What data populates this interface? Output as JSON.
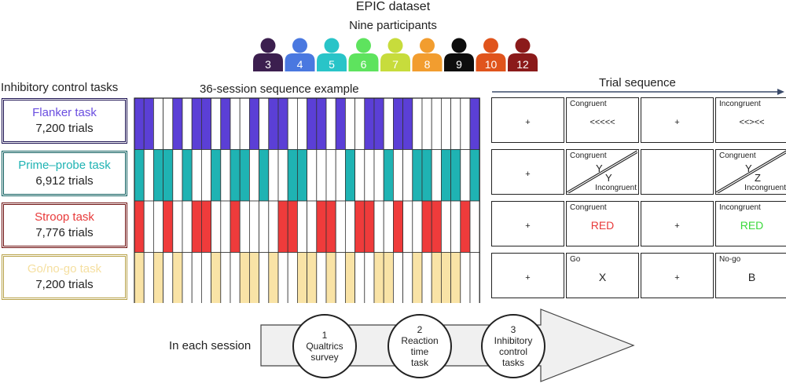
{
  "title": "EPIC dataset",
  "subtitle": "Nine participants",
  "participants": [
    {
      "id": "3",
      "color": "#3c1f4f"
    },
    {
      "id": "4",
      "color": "#4a78e0"
    },
    {
      "id": "5",
      "color": "#29c4c8"
    },
    {
      "id": "6",
      "color": "#5ee35e"
    },
    {
      "id": "7",
      "color": "#c7dc3c"
    },
    {
      "id": "8",
      "color": "#f29d2f"
    },
    {
      "id": "9",
      "color": "#0d0d0d"
    },
    {
      "id": "10",
      "color": "#e0541c"
    },
    {
      "id": "12",
      "color": "#8b1a1a"
    }
  ],
  "headers": {
    "tasks": "Inhibitory control tasks",
    "sequence": "36-session sequence example",
    "trial": "Trial sequence"
  },
  "tasks": [
    {
      "name": "Flanker task",
      "trials": "7,200 trials",
      "color": "#6a4ee0",
      "fill": "#5b3fd6",
      "frame": "#1a1050"
    },
    {
      "name": "Prime–probe task",
      "trials": "6,912 trials",
      "color": "#1fb3b3",
      "fill": "#1fb3b3",
      "frame": "#0e5e5e"
    },
    {
      "name": "Stroop task",
      "trials": "7,776 trials",
      "color": "#e83a3a",
      "fill": "#ef3b3b",
      "frame": "#6e1010"
    },
    {
      "name": "Go/no-go task",
      "trials": "7,200 trials",
      "color": "#f5dfa0",
      "fill": "#f9e3a6",
      "frame": "#b8a24a"
    }
  ],
  "sequence_pattern": [
    [
      1,
      1,
      0,
      0,
      1,
      0,
      1,
      1,
      0,
      1,
      0,
      0,
      1,
      0,
      1,
      1,
      0,
      0,
      1,
      1,
      0,
      1,
      0,
      0,
      1,
      1,
      0,
      1,
      1,
      0,
      0,
      0,
      0,
      0,
      0,
      1
    ],
    [
      1,
      0,
      1,
      1,
      0,
      1,
      0,
      0,
      1,
      0,
      1,
      1,
      0,
      1,
      0,
      0,
      1,
      1,
      0,
      0,
      0,
      0,
      1,
      0,
      0,
      0,
      1,
      0,
      0,
      1,
      1,
      0,
      1,
      1,
      0,
      1
    ],
    [
      1,
      0,
      0,
      1,
      0,
      0,
      1,
      1,
      0,
      0,
      1,
      0,
      0,
      0,
      0,
      1,
      1,
      0,
      0,
      1,
      1,
      0,
      0,
      1,
      1,
      0,
      0,
      1,
      0,
      0,
      1,
      1,
      0,
      0,
      1,
      0
    ],
    [
      1,
      0,
      1,
      0,
      1,
      0,
      0,
      0,
      1,
      0,
      0,
      1,
      1,
      0,
      1,
      0,
      0,
      1,
      1,
      0,
      1,
      0,
      1,
      0,
      0,
      1,
      1,
      0,
      0,
      1,
      0,
      1,
      1,
      1,
      0,
      0
    ]
  ],
  "trial_rows": [
    [
      {
        "tag": "",
        "main": "+"
      },
      {
        "tag": "Congruent",
        "main": "<<<<<"
      },
      {
        "tag": "",
        "main": "+"
      },
      {
        "tag": "Incongruent",
        "main": "<<><<"
      }
    ],
    [
      {
        "tag": "",
        "main": "+"
      },
      {
        "tag": "Congruent",
        "top": "Y",
        "bottom": "Y",
        "bottomtag": "Incongruent"
      },
      {
        "tag": "",
        "main": ""
      },
      {
        "tag": "Congruent",
        "top": "Y",
        "bottom": "Z",
        "bottomtag": "Incongruent"
      }
    ],
    [
      {
        "tag": "",
        "main": "+"
      },
      {
        "tag": "Congruent",
        "main": "RED",
        "color": "#e83a3a"
      },
      {
        "tag": "",
        "main": "+"
      },
      {
        "tag": "Incongruent",
        "main": "RED",
        "color": "#3bd83b"
      }
    ],
    [
      {
        "tag": "",
        "main": "+"
      },
      {
        "tag": "Go",
        "main": "X"
      },
      {
        "tag": "",
        "main": "+"
      },
      {
        "tag": "No-go",
        "main": "B"
      }
    ]
  ],
  "session": {
    "label": "In each session",
    "steps": [
      {
        "num": "1",
        "lines": [
          "Qualtrics",
          "survey"
        ]
      },
      {
        "num": "2",
        "lines": [
          "Reaction",
          "time",
          "task"
        ]
      },
      {
        "num": "3",
        "lines": [
          "Inhibitory",
          "control",
          "tasks"
        ]
      }
    ]
  }
}
